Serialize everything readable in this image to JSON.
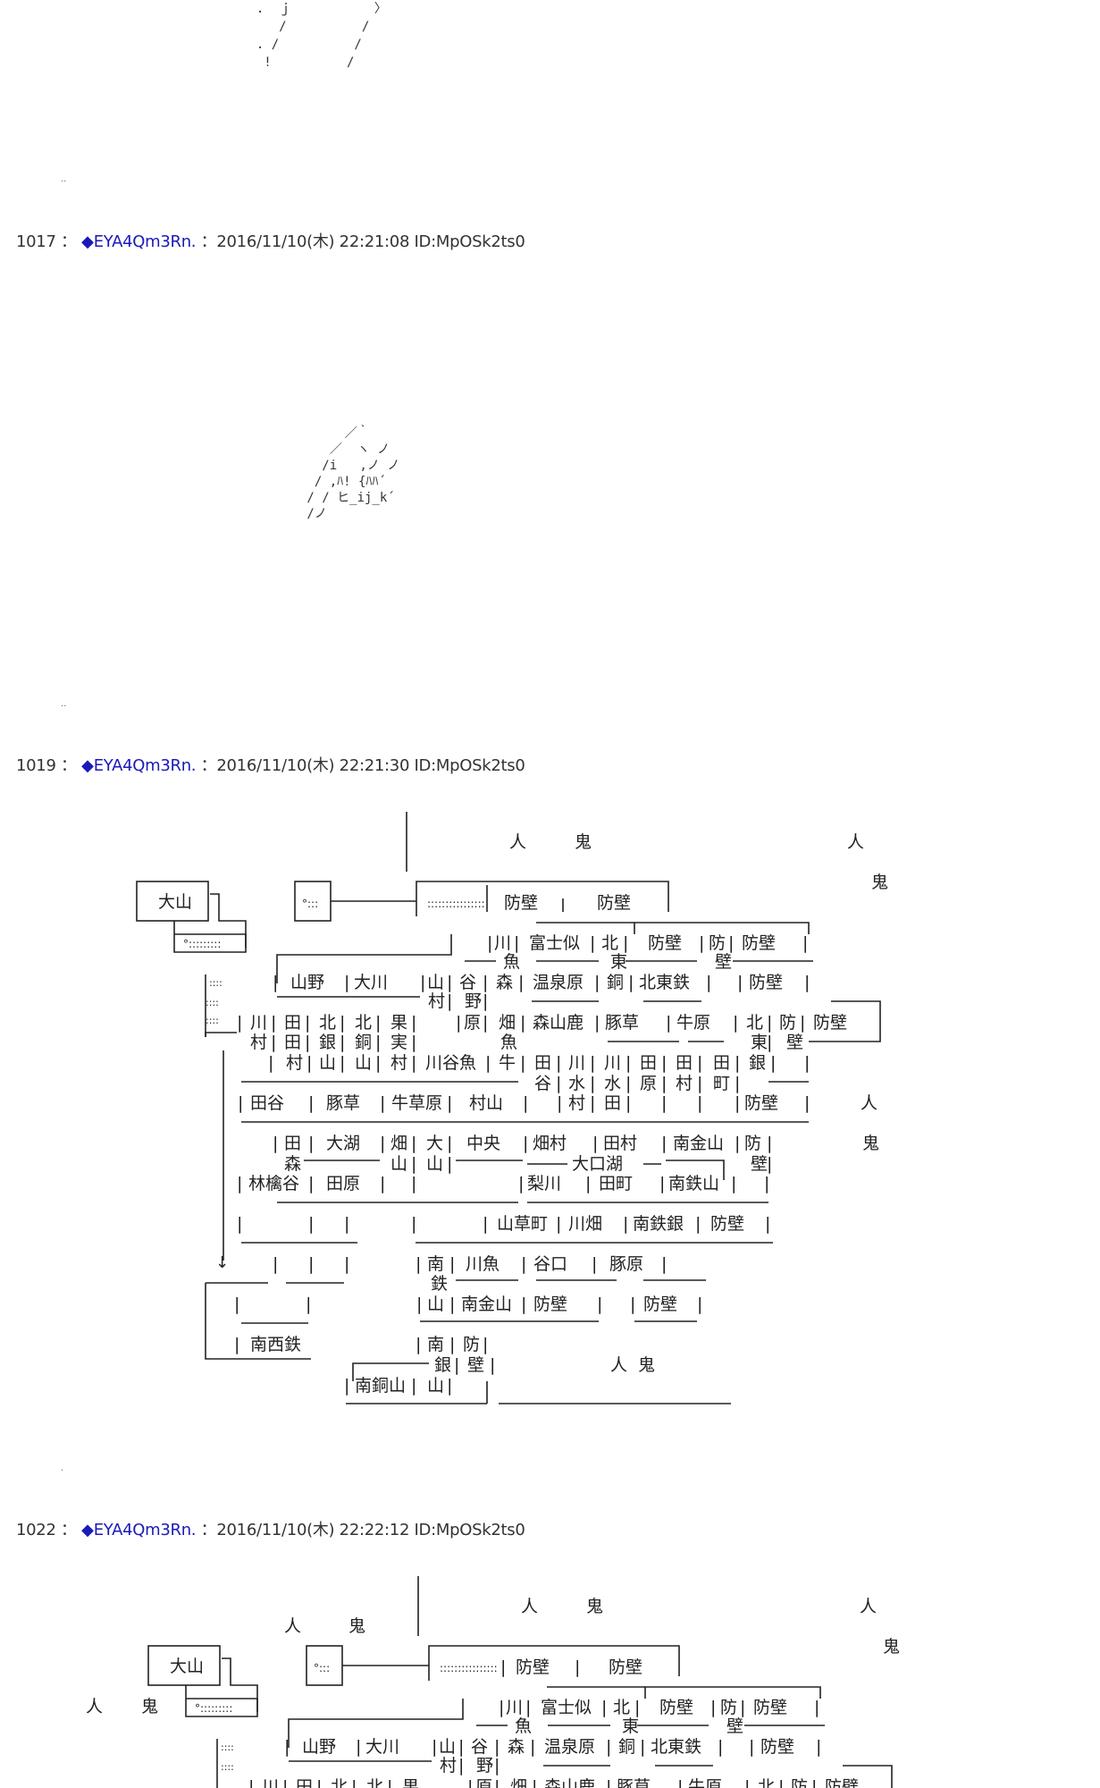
{
  "posts": [
    {
      "number": "1017",
      "trip": "◆EYA4Qm3Rn.",
      "datetime": "2016/11/10(木) 22:21:08",
      "id": "ID:MpOSk2ts0"
    },
    {
      "number": "1019",
      "trip": "◆EYA4Qm3Rn.",
      "datetime": "2016/11/10(木) 22:21:30",
      "id": "ID:MpOSk2ts0"
    },
    {
      "number": "1022",
      "trip": "◆EYA4Qm3Rn.",
      "datetime": "2016/11/10(木) 22:22:12",
      "id": "ID:MpOSk2ts0"
    }
  ],
  "map_labels": {
    "people": "人",
    "oni": "鬼",
    "daisen": "大山",
    "bouheki": "防壁",
    "bou": "防",
    "heki": "壁",
    "kawa": "川",
    "fujini": "富士似",
    "kita": "北",
    "higashi": "東",
    "sakana": "魚",
    "yamano": "山野",
    "okawa": "大川",
    "yama": "山",
    "tani": "谷",
    "mori": "森",
    "onsenhara": "温泉原",
    "dou": "銅",
    "kitahigashitetsu": "北東鉄",
    "mura": "村",
    "no": "野",
    "hara": "原",
    "hatake": "畑",
    "moriyamashika": "森山鹿",
    "butakusa": "豚草",
    "gyuhara": "牛原",
    "ta": "田",
    "gin": "銀",
    "ka": "果",
    "jitsu": "実",
    "kawatanigyo": "川谷魚",
    "ushi": "牛",
    "mizu": "水",
    "machi": "町",
    "taya": "田谷",
    "gyukusahara": "牛草原",
    "murayama": "村山",
    "daiko": "大湖",
    "dai": "大",
    "chuou": "中央",
    "hatamura": "畑村",
    "tamura": "田村",
    "minamikaneyama": "南金山",
    "okuchiko": "大口湖",
    "rinki": "林檎谷",
    "tahara": "田原",
    "nashikawa": "梨川",
    "tamachi": "田町",
    "minamitetsuyama": "南鉄山",
    "yamakusamachi": "山草町",
    "kawahata": "川畑",
    "minamitetsugin": "南鉄銀",
    "minami": "南",
    "kawauo": "川魚",
    "taniguchi": "谷口",
    "butahara": "豚原",
    "tetsu": "鉄",
    "minamiseitetsu": "南西鉄",
    "minamidouyama": "南銅山"
  }
}
